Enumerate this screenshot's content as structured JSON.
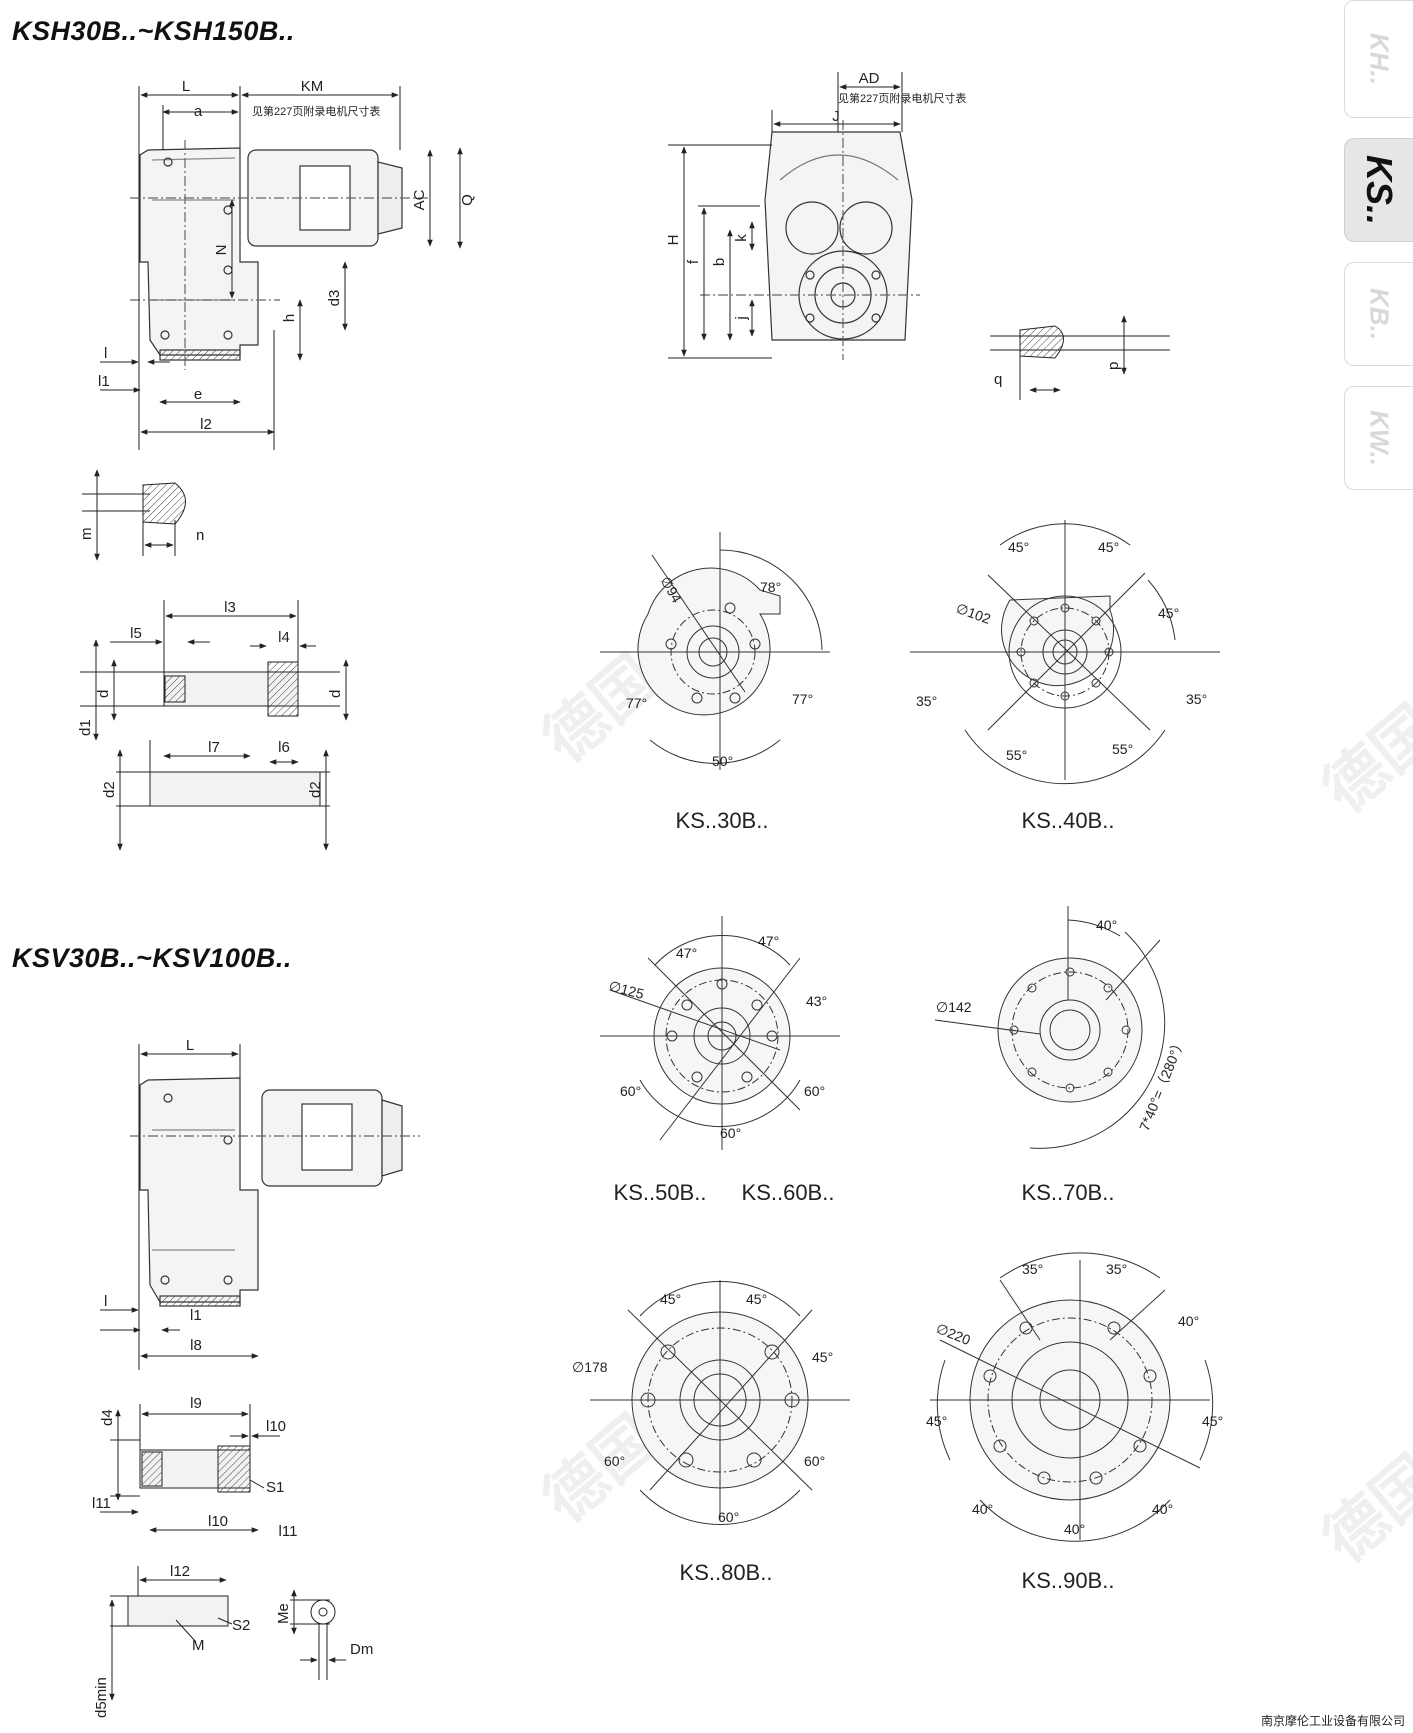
{
  "titles": {
    "ksh": "KSH30B..~KSH150B..",
    "ksv": "KSV30B..~KSV100B.."
  },
  "tabs": [
    {
      "label": "KH..",
      "active": false
    },
    {
      "label": "KS..",
      "active": true
    },
    {
      "label": "KB..",
      "active": false
    },
    {
      "label": "KW..",
      "active": false
    }
  ],
  "ksh_side": {
    "L": "L",
    "KM": "KM",
    "a": "a",
    "note": "见第227页附录电机尺寸表",
    "AC": "AC",
    "Q": "Q",
    "N": "N",
    "d3": "d3",
    "h": "h",
    "l": "l",
    "l1": "l1",
    "e": "e",
    "l2": "l2"
  },
  "ksh_front": {
    "AD": "AD",
    "J": "J",
    "note": "见第227页附录电机尺寸表",
    "H": "H",
    "f": "f",
    "b": "b",
    "k": "k",
    "j": "j"
  },
  "key_q": {
    "q": "q",
    "p": "p"
  },
  "key_m": {
    "m": "m",
    "n": "n"
  },
  "hollow": {
    "l3": "l3",
    "l5": "l5",
    "l4": "l4",
    "d": "d",
    "d1": "d1",
    "l7": "l7",
    "l6": "l6",
    "d2": "d2"
  },
  "ksv_side": {
    "L": "L",
    "l": "l",
    "l1": "l1",
    "l8": "l8"
  },
  "shrink": {
    "d4": "d4",
    "l9": "l9",
    "l10": "l10",
    "S1": "S1",
    "l11": "l11",
    "l12": "l12",
    "S2": "S2",
    "M": "M",
    "d5min": "d5min",
    "Me": "Me",
    "Dm": "Dm"
  },
  "flanges": {
    "ks30": {
      "caption": "KS..30B..",
      "dia": "∅94",
      "a1": "78°",
      "a2": "77°",
      "a3": "77°",
      "a4": "50°"
    },
    "ks40": {
      "caption": "KS..40B..",
      "dia": "∅102",
      "a1": "45°",
      "a2": "45°",
      "a3": "45°",
      "a4": "35°",
      "a5": "35°",
      "a6": "55°",
      "a7": "55°"
    },
    "ks50": {
      "caption1": "KS..50B..",
      "caption2": "KS..60B..",
      "dia": "∅125",
      "a1": "47°",
      "a2": "47°",
      "a3": "43°",
      "a4": "60°",
      "a5": "60°",
      "a6": "60°"
    },
    "ks70": {
      "caption": "KS..70B..",
      "dia": "∅142",
      "a1": "40°",
      "a2": "7*40°=（280°）"
    },
    "ks80": {
      "caption": "KS..80B..",
      "dia": "∅178",
      "a1": "45°",
      "a2": "45°",
      "a3": "45°",
      "a4": "60°",
      "a5": "60°",
      "a6": "60°"
    },
    "ks90": {
      "caption": "KS..90B..",
      "dia": "∅220",
      "a1": "35°",
      "a2": "35°",
      "a3": "40°",
      "a4": "45°",
      "a5": "45°",
      "a6": "40°",
      "a7": "40°",
      "a8": "40°"
    }
  },
  "watermark": "德国麾伦",
  "footer": "南京摩伦工业设备有限公司"
}
